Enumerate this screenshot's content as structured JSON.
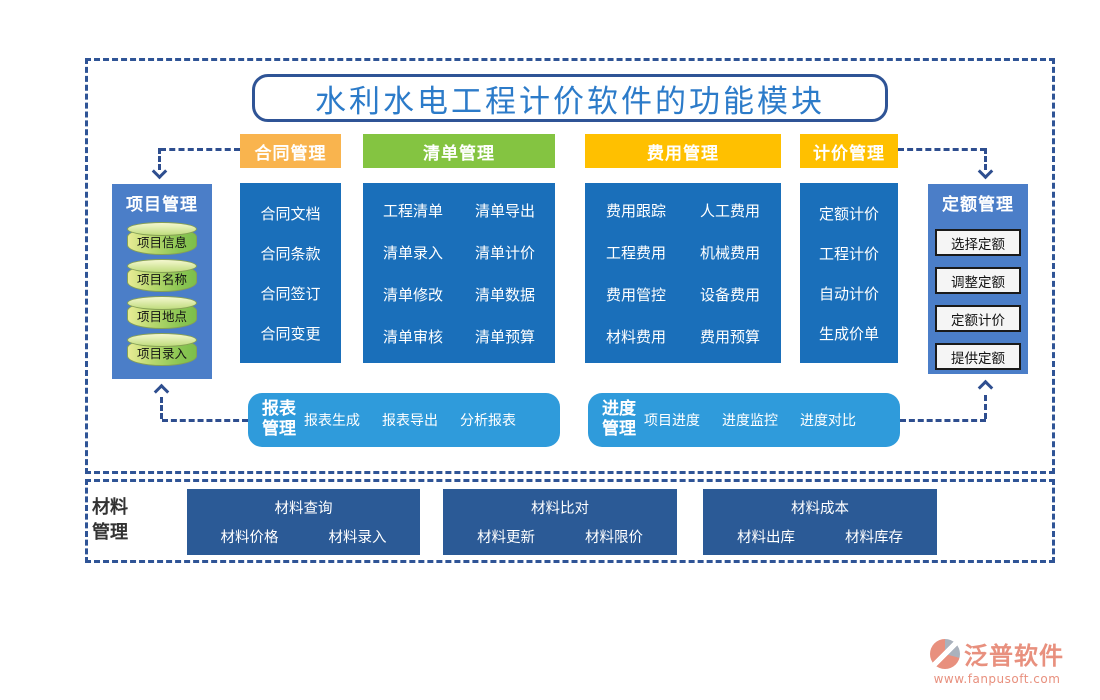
{
  "title": "水利水电工程计价软件的功能模块",
  "columns": [
    {
      "header": "合同管理",
      "items": [
        "合同文档",
        "合同条款",
        "合同签订",
        "合同变更"
      ]
    },
    {
      "header": "清单管理",
      "items": [
        "工程清单",
        "清单导出",
        "清单录入",
        "清单计价",
        "清单修改",
        "清单数据",
        "清单审核",
        "清单预算"
      ]
    },
    {
      "header": "费用管理",
      "items": [
        "费用跟踪",
        "人工费用",
        "工程费用",
        "机械费用",
        "费用管控",
        "设备费用",
        "材料费用",
        "费用预算"
      ]
    },
    {
      "header": "计价管理",
      "items": [
        "定额计价",
        "工程计价",
        "自动计价",
        "生成价单"
      ]
    }
  ],
  "project": {
    "header": "项目管理",
    "items": [
      "项目信息",
      "项目名称",
      "项目地点",
      "项目录入"
    ]
  },
  "quota": {
    "header": "定额管理",
    "items": [
      "选择定额",
      "调整定额",
      "定额计价",
      "提供定额"
    ]
  },
  "report": {
    "line1": "报表",
    "line2": "管理",
    "items": [
      "报表生成",
      "报表导出",
      "分析报表"
    ]
  },
  "progress": {
    "line1": "进度",
    "line2": "管理",
    "items": [
      "项目进度",
      "进度监控",
      "进度对比"
    ]
  },
  "material": {
    "line1": "材料",
    "line2": "管理",
    "groups": [
      {
        "title": "材料查询",
        "items": [
          "材料价格",
          "材料录入"
        ]
      },
      {
        "title": "材料比对",
        "items": [
          "材料更新",
          "材料限价"
        ]
      },
      {
        "title": "材料成本",
        "items": [
          "材料出库",
          "材料库存"
        ]
      }
    ]
  },
  "footer": {
    "brand": "泛普软件",
    "url": "www.fanpusoft.com"
  },
  "colors": {
    "frame_dash": "#2F5496",
    "title_text": "#2C7BC9",
    "contract_header_bg": "#F9B44E",
    "list_header_bg": "#84C441",
    "fee_header_bg": "#FFC000",
    "pricing_header_bg": "#FFC000",
    "module_body_bg": "#1A6FBA",
    "side_box_bg": "#4B7EC8",
    "rounded_bar_bg": "#2F9BDB",
    "material_box_bg": "#2B5A96",
    "cylinder_green": "#8CC653",
    "brand_coral": "#E8907E"
  }
}
